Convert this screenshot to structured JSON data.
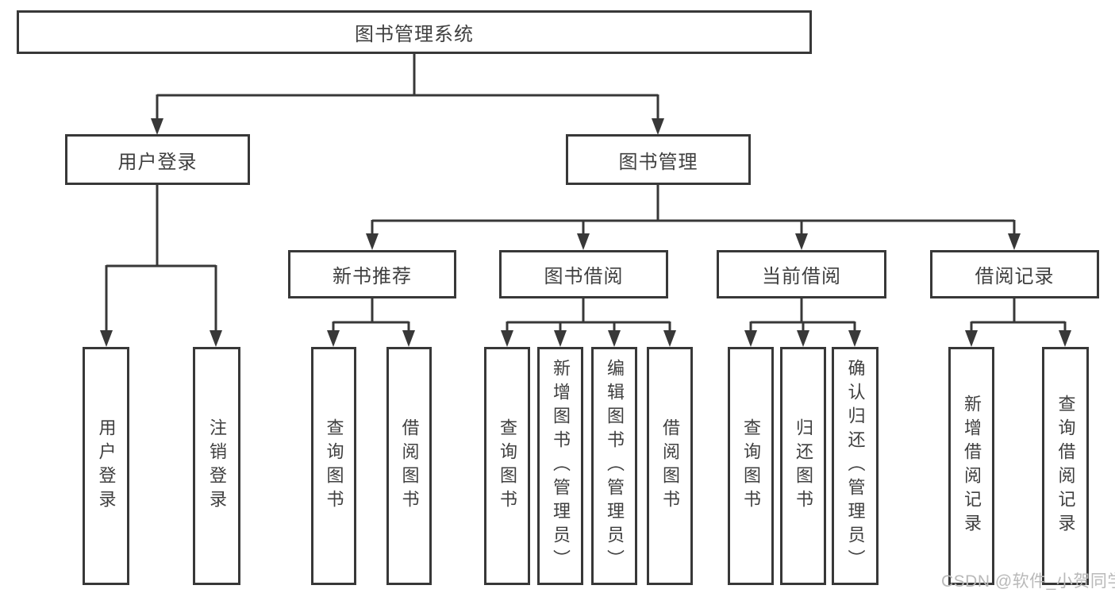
{
  "tree": {
    "root": {
      "label": "图书管理系统"
    },
    "level2": [
      {
        "label": "用户登录"
      },
      {
        "label": "图书管理"
      }
    ],
    "level3": [
      {
        "label": "新书推荐"
      },
      {
        "label": "图书借阅"
      },
      {
        "label": "当前借阅"
      },
      {
        "label": "借阅记录"
      }
    ],
    "level4": {
      "user_login_group": [
        {
          "label": "用户登录"
        },
        {
          "label": "注销登录"
        }
      ],
      "new_book_group": [
        {
          "label": "查询图书"
        },
        {
          "label": "借阅图书"
        }
      ],
      "book_borrow_group": [
        {
          "label": "查询图书"
        },
        {
          "label": "新增图书（管理员）"
        },
        {
          "label": "编辑图书（管理员）"
        },
        {
          "label": "借阅图书"
        }
      ],
      "current_borrow_group": [
        {
          "label": "查询图书"
        },
        {
          "label": "归还图书"
        },
        {
          "label": "确认归还（管理员）"
        }
      ],
      "borrow_record_group": [
        {
          "label": "新增借阅记录"
        },
        {
          "label": "查询借阅记录"
        }
      ]
    }
  },
  "watermark": {
    "text": "CSDN @软件_小贺同学"
  },
  "colors": {
    "line": "#383838",
    "box_border": "#383838",
    "text": "#3f3f3f",
    "background": "#ffffff",
    "watermark": "#b9b9b9"
  }
}
